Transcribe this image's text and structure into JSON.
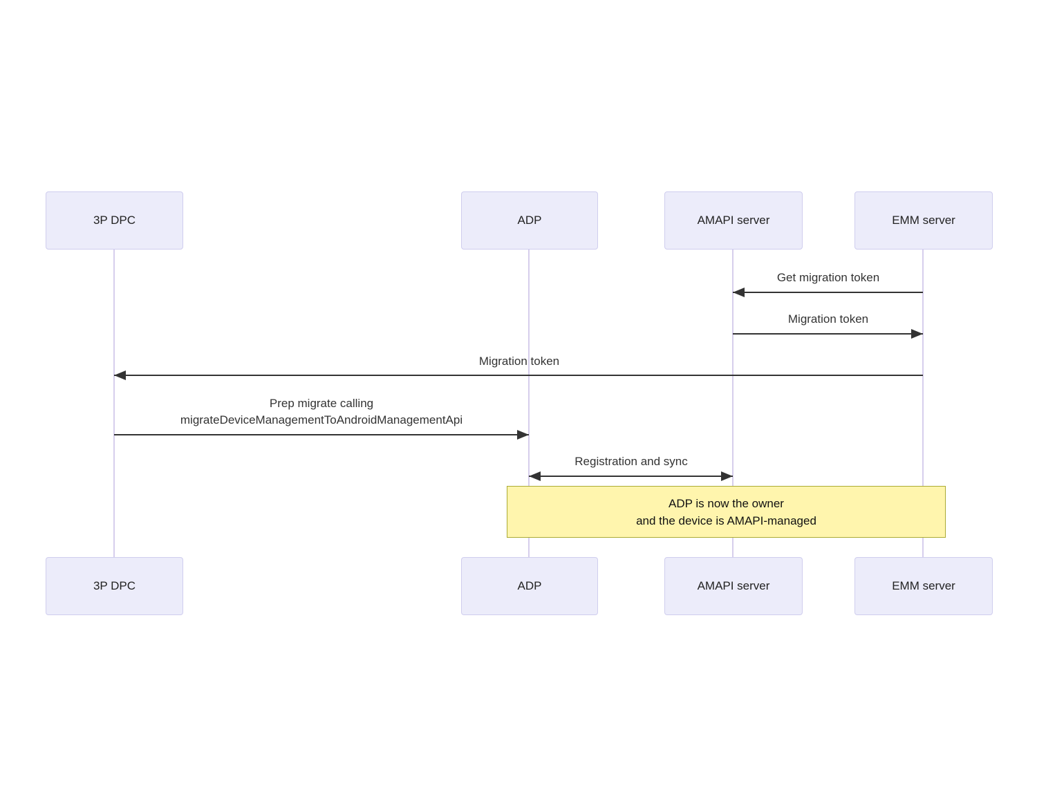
{
  "diagram": {
    "type": "sequence",
    "actors": [
      {
        "id": "3p-dpc",
        "label": "3P DPC"
      },
      {
        "id": "adp",
        "label": "ADP"
      },
      {
        "id": "amapi-server",
        "label": "AMAPI server"
      },
      {
        "id": "emm-server",
        "label": "EMM server"
      }
    ],
    "messages": [
      {
        "label": "Get migration token",
        "from": "EMM server",
        "to": "AMAPI server",
        "direction": "left"
      },
      {
        "label": "Migration token",
        "from": "AMAPI server",
        "to": "EMM server",
        "direction": "right"
      },
      {
        "label": "Migration token",
        "from": "EMM server",
        "to": "3P DPC",
        "direction": "left"
      },
      {
        "lines": [
          "Prep migrate calling",
          "migrateDeviceManagementToAndroidManagementApi"
        ],
        "from": "3P DPC",
        "to": "ADP",
        "direction": "right"
      },
      {
        "label": "Registration and sync",
        "from": "ADP",
        "to": "AMAPI server",
        "direction": "both"
      }
    ],
    "note": {
      "lines": [
        "ADP is now the owner",
        "and the device is AMAPI-managed"
      ],
      "over": "ADP to EMM server"
    },
    "colors": {
      "actor_fill": "#ececfa",
      "actor_border": "#cfcdee",
      "lifeline": "#d6ceec",
      "arrow": "#333333",
      "text": "#333333",
      "note_fill": "#fff5ad",
      "note_border": "#aaaa33"
    }
  }
}
